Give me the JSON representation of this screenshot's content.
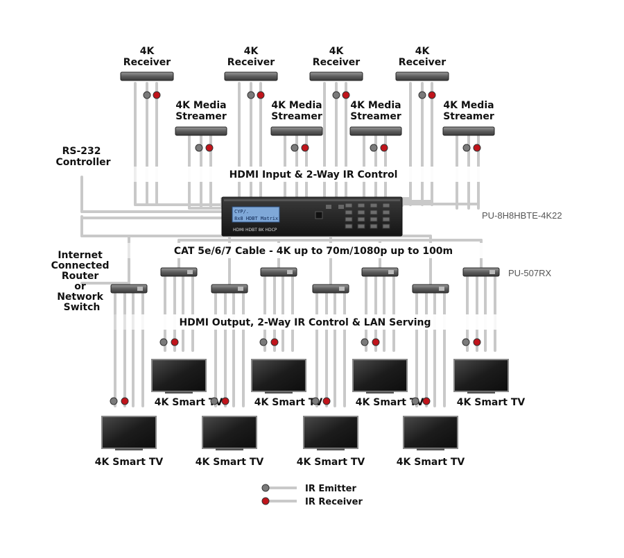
{
  "labels": {
    "receiver": "4K\nReceiver",
    "streamer": "4K Media\nStreamer",
    "tv": "4K Smart TV",
    "rs232": "RS-232\nController",
    "router": "Internet\nConnected\nRouter\nor\nNetwork\nSwitch",
    "band_input": "HDMI Input & 2-Way IR Control",
    "band_cable": "CAT 5e/6/7 Cable - 4K up to 70m/1080p up to 100m",
    "band_output": "HDMI Output, 2-Way IR Control & LAN Serving",
    "matrix_model": "PU-8H8HBTE-4K22",
    "rx_model": "PU-507RX",
    "matrix_lcd_line1": "CYP/.",
    "matrix_lcd_line2": "8x8 HDBT Matrix",
    "legend_emitter": "IR Emitter",
    "legend_receiver": "IR Receiver"
  },
  "colors": {
    "cable": "#c9c9c9",
    "cable_dark": "#9a9a9a",
    "emitter": "#7a7a7a",
    "ir_receiver": "#c0141b",
    "device": "#2b2b2b"
  },
  "icons": {
    "matrix": "matrix-switcher-icon",
    "receiver_box": "receiver-box-icon",
    "streamer_box": "media-streamer-icon",
    "rx_box": "hdbaset-receiver-icon",
    "tv": "smart-tv-icon"
  }
}
